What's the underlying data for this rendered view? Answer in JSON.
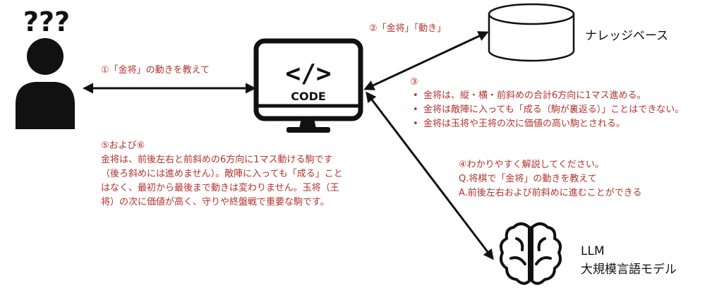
{
  "colors": {
    "label_text": "#b3322c",
    "icon": "#111111",
    "arrow": "#111111"
  },
  "user": {
    "icon": "user-question-icon",
    "badge": "???"
  },
  "code_box": {
    "icon": "monitor-code-icon",
    "symbol": "</>",
    "caption": "CODE"
  },
  "knowledge_base": {
    "icon": "database-cylinder-icon",
    "label": "ナレッジベース"
  },
  "llm": {
    "icon": "brain-icon",
    "title": "LLM",
    "subtitle": "大規模言語モデル"
  },
  "steps": {
    "s1": "①「金将」の動きを教えて",
    "s2": "②「金将」「動き」",
    "s3": {
      "label": "③",
      "items": [
        "金将は、縦・横・前斜めの合計6方向に1マス進める。",
        "金将は敵陣に入っても「成る（駒が裏返る）」ことはできない。",
        "金将は玉将や王将の次に価値の高い駒とされる。"
      ]
    },
    "s4": {
      "lines": [
        "④わかりやすく解説してください。",
        "Q.将棋で「金将」の動きを教えて",
        "A.前後左右および前斜めに進むことができる"
      ]
    },
    "s5": {
      "lines": [
        "⑤および⑥",
        "金将は、前後左右と前斜めの6方向に1マス動ける駒です",
        "（後ろ斜めには進めません）。敵陣に入っても「成る」こと",
        "はなく、最初から最後まで動きは変わりません。玉将（王",
        "将）の次に価値が高く、守りや終盤戦で重要な駒です。"
      ]
    }
  }
}
